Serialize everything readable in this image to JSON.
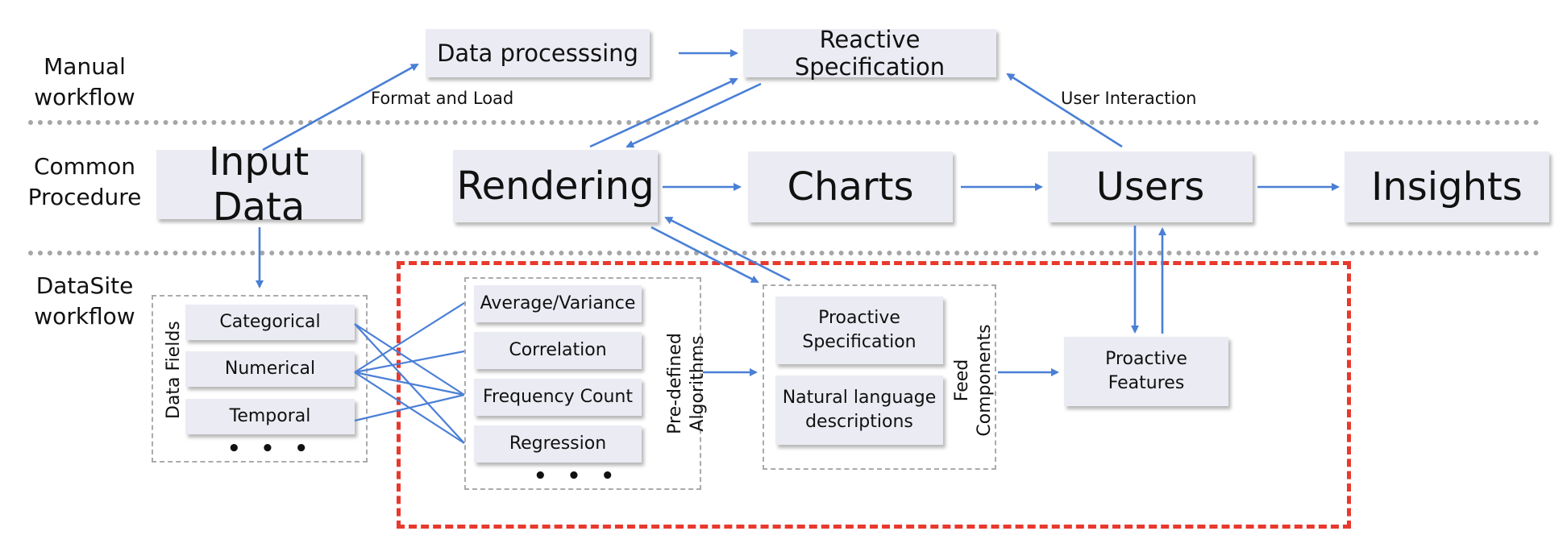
{
  "rows": {
    "manual": "Manual\nworkflow",
    "common": "Common\nProcedure",
    "datasite": "DataSite\nworkflow"
  },
  "manual_nodes": {
    "data_processing": "Data processsing",
    "reactive_spec": "Reactive Specification"
  },
  "common_nodes": {
    "input_data": "Input Data",
    "rendering": "Rendering",
    "charts": "Charts",
    "users": "Users",
    "insights": "Insights"
  },
  "edge_labels": {
    "format_load": "Format and Load",
    "user_interaction": "User Interaction"
  },
  "data_fields": {
    "title": "Data Fields",
    "items": [
      "Categorical",
      "Numerical",
      "Temporal"
    ],
    "more": "• • •"
  },
  "algorithms": {
    "title": "Pre-defined\nAlgorithms",
    "items": [
      "Average/Variance",
      "Correlation",
      "Frequency Count",
      "Regression"
    ],
    "more": "• • •"
  },
  "feed": {
    "title": "Feed\nComponents",
    "items": [
      "Proactive\nSpecification",
      "Natural language\ndescriptions"
    ]
  },
  "proactive_features": "Proactive\nFeatures",
  "colors": {
    "arrow": "#4a7fd6",
    "box": "#ebebf3",
    "highlight": "#e8392d",
    "dashed": "#aaaaaa",
    "separator": "#a6a6a6"
  }
}
